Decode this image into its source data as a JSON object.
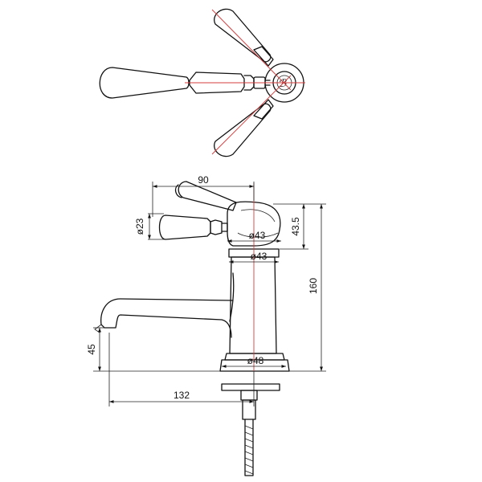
{
  "dimensions": {
    "handle_span": "90",
    "handle_diameter": "ø23",
    "body_diameter_upper": "ø43",
    "body_diameter_lower": "ø43",
    "base_diameter": "ø48",
    "head_height": "43.5",
    "overall_height": "160",
    "spout_height": "45",
    "spout_reach": "132"
  },
  "colors": {
    "outline": "#111111",
    "centerline": "#d43c3c",
    "background": "#ffffff"
  }
}
